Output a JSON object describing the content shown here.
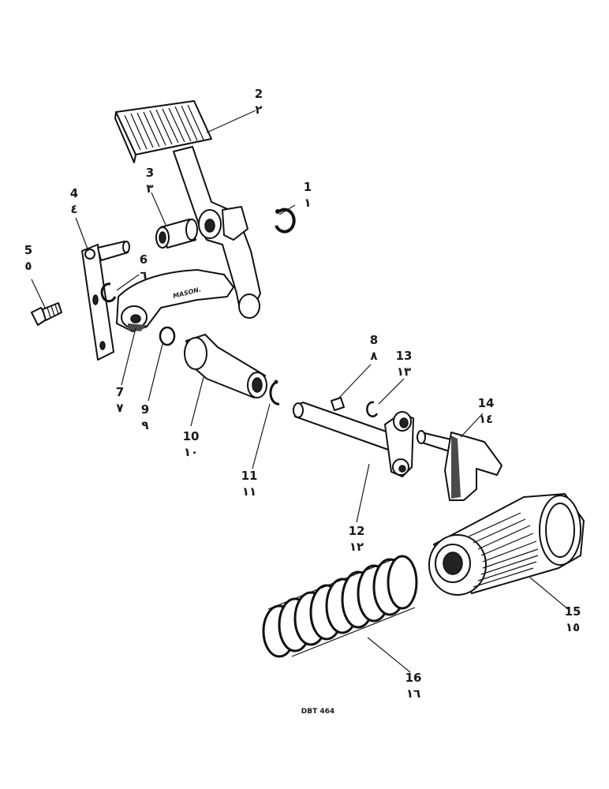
{
  "callouts": [
    {
      "id": "c1",
      "num": "1",
      "arabic": "١"
    },
    {
      "id": "c2",
      "num": "2",
      "arabic": "٢"
    },
    {
      "id": "c3",
      "num": "3",
      "arabic": "٣"
    },
    {
      "id": "c4",
      "num": "4",
      "arabic": "٤"
    },
    {
      "id": "c5",
      "num": "5",
      "arabic": "٥"
    },
    {
      "id": "c6",
      "num": "6",
      "arabic": "٦"
    },
    {
      "id": "c7",
      "num": "7",
      "arabic": "٧"
    },
    {
      "id": "c8",
      "num": "8",
      "arabic": "٨"
    },
    {
      "id": "c9",
      "num": "9",
      "arabic": "٩"
    },
    {
      "id": "c10",
      "num": "10",
      "arabic": "١٠"
    },
    {
      "id": "c11",
      "num": "11",
      "arabic": "١١"
    },
    {
      "id": "c12",
      "num": "12",
      "arabic": "١٢"
    },
    {
      "id": "c13",
      "num": "13",
      "arabic": "١٣"
    },
    {
      "id": "c14",
      "num": "14",
      "arabic": "١٤"
    },
    {
      "id": "c15",
      "num": "15",
      "arabic": "١٥"
    },
    {
      "id": "c16",
      "num": "16",
      "arabic": "١٦"
    }
  ],
  "part_stamp": "MASON.",
  "drawing_ref": "DBT 464"
}
